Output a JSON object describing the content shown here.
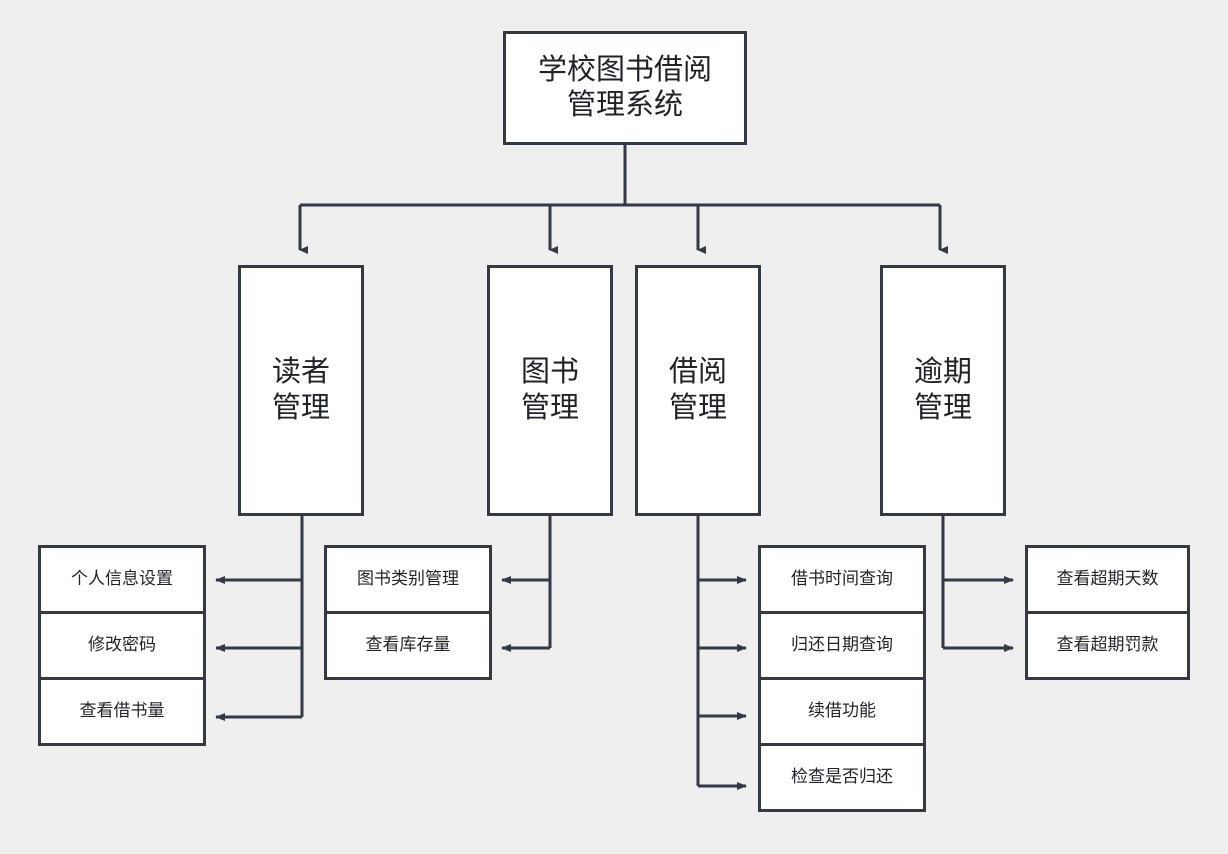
{
  "diagram": {
    "title": "学校图书借阅管理系统",
    "background_color": "#efefef",
    "node_fill": "#ffffff",
    "node_stroke": "#333a45",
    "root": {
      "label": "学校图书借阅\n管理系统"
    },
    "branches": [
      {
        "id": "reader",
        "label": "读者\n管理"
      },
      {
        "id": "book",
        "label": "图书\n管理"
      },
      {
        "id": "borrow",
        "label": "借阅\n管理"
      },
      {
        "id": "overdue",
        "label": "逾期\n管理"
      }
    ],
    "leaves": {
      "reader": [
        {
          "label": "个人信息设置"
        },
        {
          "label": "修改密码"
        },
        {
          "label": "查看借书量"
        }
      ],
      "book": [
        {
          "label": "图书类别管理"
        },
        {
          "label": "查看库存量"
        }
      ],
      "borrow": [
        {
          "label": "借书时间查询"
        },
        {
          "label": "归还日期查询"
        },
        {
          "label": "续借功能"
        },
        {
          "label": "检查是否归还"
        }
      ],
      "overdue": [
        {
          "label": "查看超期天数"
        },
        {
          "label": "查看超期罚款"
        }
      ]
    }
  }
}
